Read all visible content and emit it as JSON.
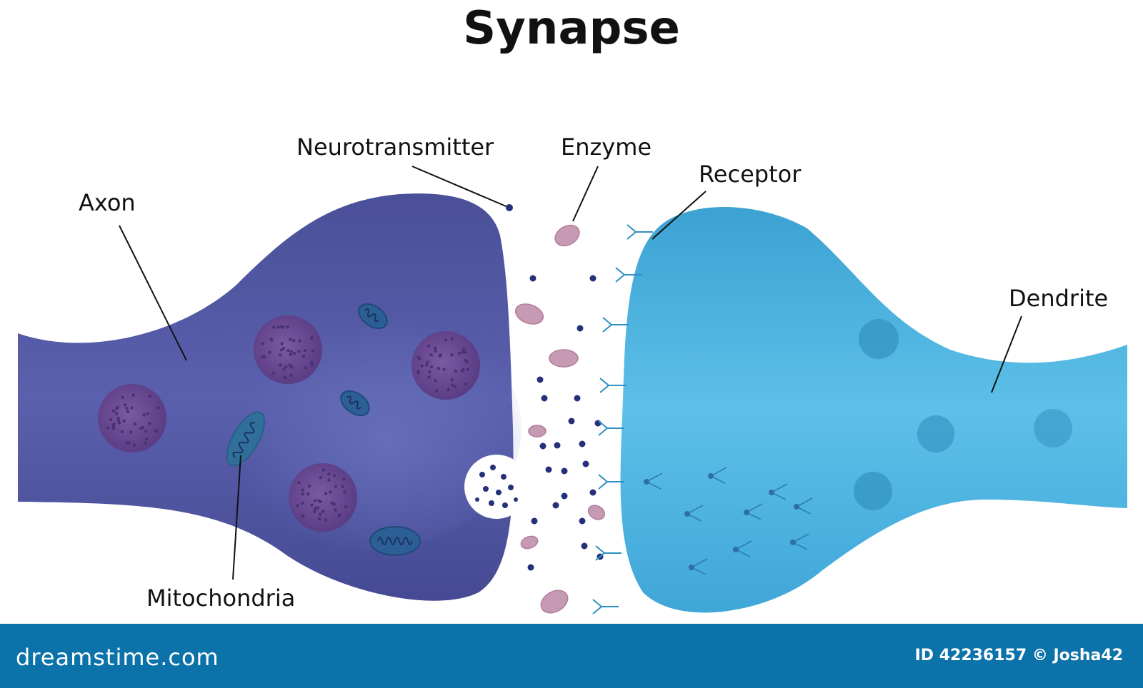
{
  "title": "Synapse",
  "labels": {
    "axon": "Axon",
    "neurotransmitter": "Neurotransmitter",
    "enzyme": "Enzyme",
    "receptor": "Receptor",
    "dendrite": "Dendrite",
    "mitochondria": "Mitochondria"
  },
  "footer": {
    "brand": "dreamstime.com",
    "image_id": "ID 42236157 © Josha42"
  },
  "colors": {
    "axon": "#4b4f9c",
    "dendrite": "#4aaedc",
    "vesicle": "#6c4a92",
    "neurotransmitter": "#26307a",
    "enzyme": "#c79ab4",
    "footer": "#0b73a9"
  }
}
